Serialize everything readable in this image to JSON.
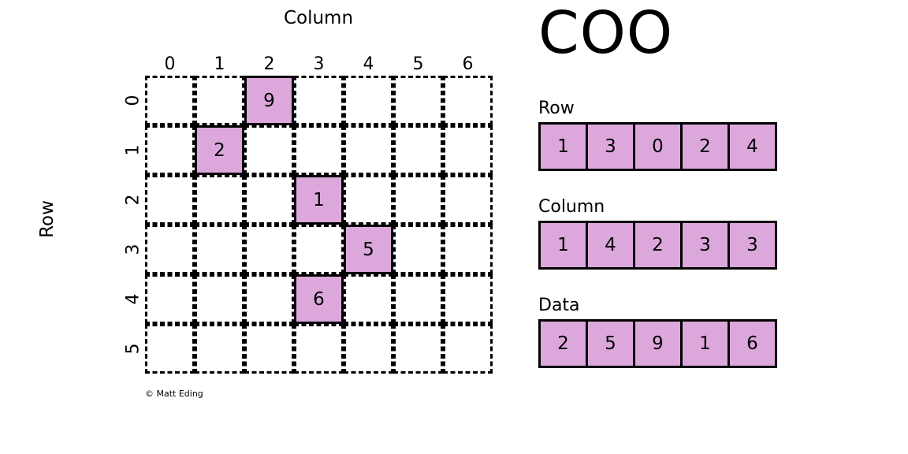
{
  "title": "COO",
  "credit": "© Matt Eding",
  "matrix": {
    "title": "Column",
    "ylabel": "Row",
    "column_headers": [
      "0",
      "1",
      "2",
      "3",
      "4",
      "5",
      "6"
    ],
    "row_headers": [
      "0",
      "1",
      "2",
      "3",
      "4",
      "5"
    ],
    "n_rows": 6,
    "n_cols": 7,
    "fill_color": "#dca8dc",
    "border_color": "#000000",
    "cells": [
      {
        "row": 0,
        "col": 2,
        "value": "9"
      },
      {
        "row": 1,
        "col": 1,
        "value": "2"
      },
      {
        "row": 2,
        "col": 3,
        "value": "1"
      },
      {
        "row": 3,
        "col": 4,
        "value": "5"
      },
      {
        "row": 4,
        "col": 3,
        "value": "6"
      }
    ]
  },
  "arrays": [
    {
      "name": "row",
      "label": "Row",
      "values": [
        "1",
        "3",
        "0",
        "2",
        "4"
      ]
    },
    {
      "name": "column",
      "label": "Column",
      "values": [
        "1",
        "4",
        "2",
        "3",
        "3"
      ]
    },
    {
      "name": "data",
      "label": "Data",
      "values": [
        "2",
        "5",
        "9",
        "1",
        "6"
      ]
    }
  ],
  "chart_data": {
    "type": "heatmap",
    "title": "COO",
    "xlabel": "Column",
    "ylabel": "Row",
    "xticks": [
      "0",
      "1",
      "2",
      "3",
      "4",
      "5",
      "6"
    ],
    "yticks": [
      "0",
      "1",
      "2",
      "3",
      "4",
      "5"
    ],
    "grid": true,
    "legend": "none",
    "nonzero_entries": [
      {
        "row": 0,
        "col": 2,
        "value": 9
      },
      {
        "row": 1,
        "col": 1,
        "value": 2
      },
      {
        "row": 2,
        "col": 3,
        "value": 1
      },
      {
        "row": 3,
        "col": 4,
        "value": 5
      },
      {
        "row": 4,
        "col": 3,
        "value": 6
      }
    ],
    "coo_row": [
      1,
      3,
      0,
      2,
      4
    ],
    "coo_column": [
      1,
      4,
      2,
      3,
      3
    ],
    "coo_data": [
      2,
      5,
      9,
      1,
      6
    ]
  }
}
